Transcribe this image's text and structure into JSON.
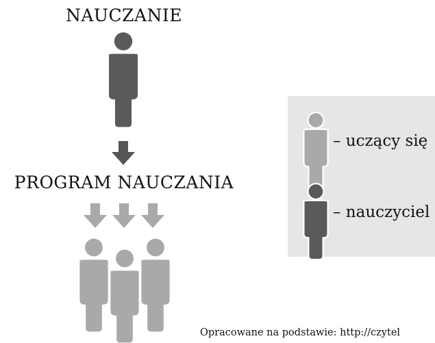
{
  "diagram": {
    "title_top": "NAUCZANIE",
    "title_middle": "PROGRAM NAUCZANIA",
    "legend": {
      "learner_label": "– uczący się",
      "teacher_label": "– nauczyciel"
    },
    "source": "Opracowane na podstawie: http://czytel",
    "colors": {
      "teacher": "#5a5a5a",
      "learner": "#a9a9a9",
      "arrow_dark": "#555555",
      "arrow_light": "#a9a9a9",
      "legend_bg": "#e6e6e6"
    }
  }
}
